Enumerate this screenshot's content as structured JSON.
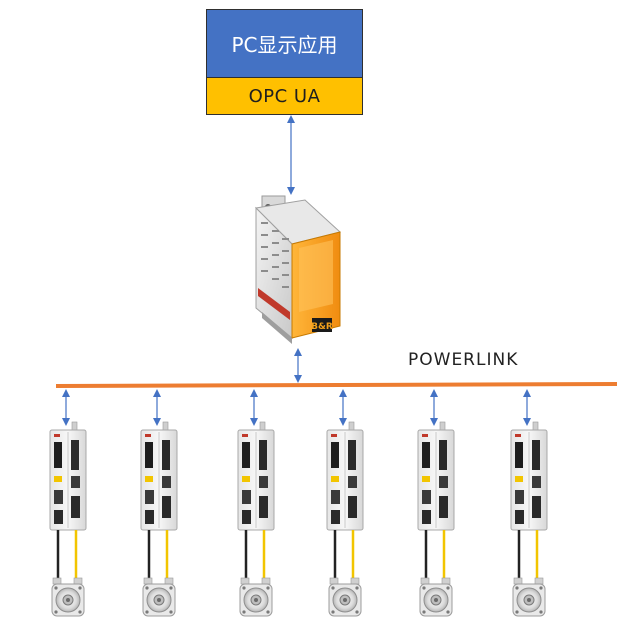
{
  "diagram": {
    "pc_app_label": "PC显示应用",
    "protocol_label": "OPC UA",
    "bus_label": "POWERLINK",
    "controller_logo": "B&R",
    "drive_count": 6,
    "colors": {
      "pc_app_fill": "#4472c4",
      "protocol_fill": "#ffc000",
      "bus_line": "#ed7d31",
      "arrow": "#4472c4",
      "controller_accent": "#f5a21b",
      "cable_black": "#222222",
      "cable_yellow": "#f2c500"
    }
  }
}
